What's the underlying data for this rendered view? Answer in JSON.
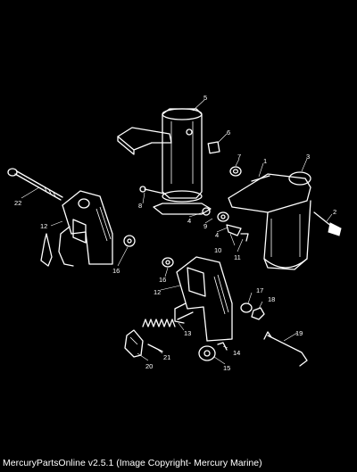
{
  "diagram": {
    "callouts": {
      "c1": "1",
      "c2": "2",
      "c3": "3",
      "c4a": "4",
      "c4b": "4",
      "c5": "5",
      "c6": "6",
      "c7": "7",
      "c8": "8",
      "c9": "9",
      "c10": "10",
      "c11": "11",
      "c12a": "12",
      "c12b": "12",
      "c13": "13",
      "c14": "14",
      "c15": "15",
      "c16a": "16",
      "c16b": "16",
      "c17": "17",
      "c18": "18",
      "c19": "19",
      "c20": "20",
      "c21": "21",
      "c22": "22"
    }
  },
  "caption": "MercuryPartsOnline v2.5.1 (Image Copyright- Mercury Marine)",
  "colors": {
    "background": "#000000",
    "line": "#ffffff"
  }
}
